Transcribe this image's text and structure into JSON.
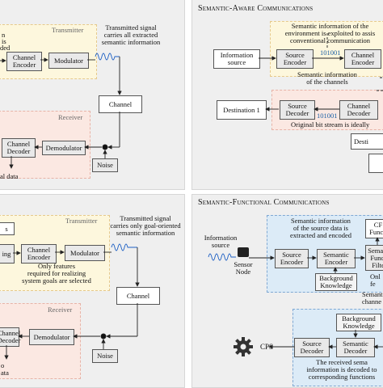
{
  "panels": {
    "p1": {
      "regions": {
        "transmitter": "Transmitter",
        "receiver": "Receiver"
      },
      "boxes": {
        "channel_encoder": "Channel Encoder",
        "modulator": "Modulator",
        "channel": "Channel",
        "channel_decoder": "Channel Decoder",
        "demodulator": "Demodulator",
        "noise": "Noise"
      },
      "fragments": [
        "n",
        "is",
        "ded",
        "al data"
      ],
      "note": [
        "Transmitted signal",
        "carries all extracted",
        "semantic information"
      ]
    },
    "p2": {
      "title": "Semantic-Aware Communications",
      "boxes": {
        "info_source": "Information source",
        "source_encoder": "Source Encoder",
        "channel_encoder": "Channel Encoder",
        "destination": "Destination 1",
        "source_decoder": "Source Decoder",
        "channel_decoder": "Channel Decoder",
        "destination_partial": "Desti"
      },
      "notes": {
        "top": [
          "Semantic information of the",
          "environment is exploited to assis",
          "conventional communication"
        ],
        "mid": [
          "Semantic information",
          "of the channels"
        ],
        "bottom": "Original bit stream is ideally"
      },
      "bits": {
        "tx": "101001",
        "rx": "101001"
      }
    },
    "p3": {
      "regions": {
        "transmitter": "Transmitter",
        "receiver": "Receiver"
      },
      "boxes": {
        "channel_encoder": "Channel Encoder",
        "modulator": "Modulator",
        "channel": "Channel",
        "demodulator": "Demodulator",
        "noise": "Noise",
        "channel_decoder": "Channel Decoder"
      },
      "fragments": [
        "s",
        "ing",
        "o",
        "ata"
      ],
      "note": [
        "Transmitted signal",
        "carries only goal-oriented",
        "semantic information"
      ],
      "features_note": [
        "Only features",
        "required for realizing",
        "system goals are selected"
      ]
    },
    "p4": {
      "title": "Semantic-Functional Communications",
      "labels": {
        "info_source": [
          "Information",
          "source"
        ],
        "sensor_node": [
          "Sensor",
          "Node"
        ],
        "cps": "CPS"
      },
      "boxes": {
        "source_encoder": "Source Encoder",
        "semantic_encoder": "Semantic Encoder",
        "background_knowledge_tx": "Background Knowledge",
        "background_knowledge_rx": "Background Knowledge",
        "source_decoder": "Source Decoder",
        "semantic_decoder": "Semantic Decoder",
        "cps_function": "CF Functi",
        "semantic_function_filter": "Semant Funct Filte"
      },
      "notes": {
        "top": [
          "Semantic information",
          "of the source data is",
          "extracted and encoded"
        ],
        "onl": [
          "Onl",
          "fe"
        ],
        "channel": [
          "Semant",
          "channe"
        ],
        "bottom": [
          "The received sema",
          "information is decoded to",
          "corresponding functions"
        ]
      }
    }
  }
}
